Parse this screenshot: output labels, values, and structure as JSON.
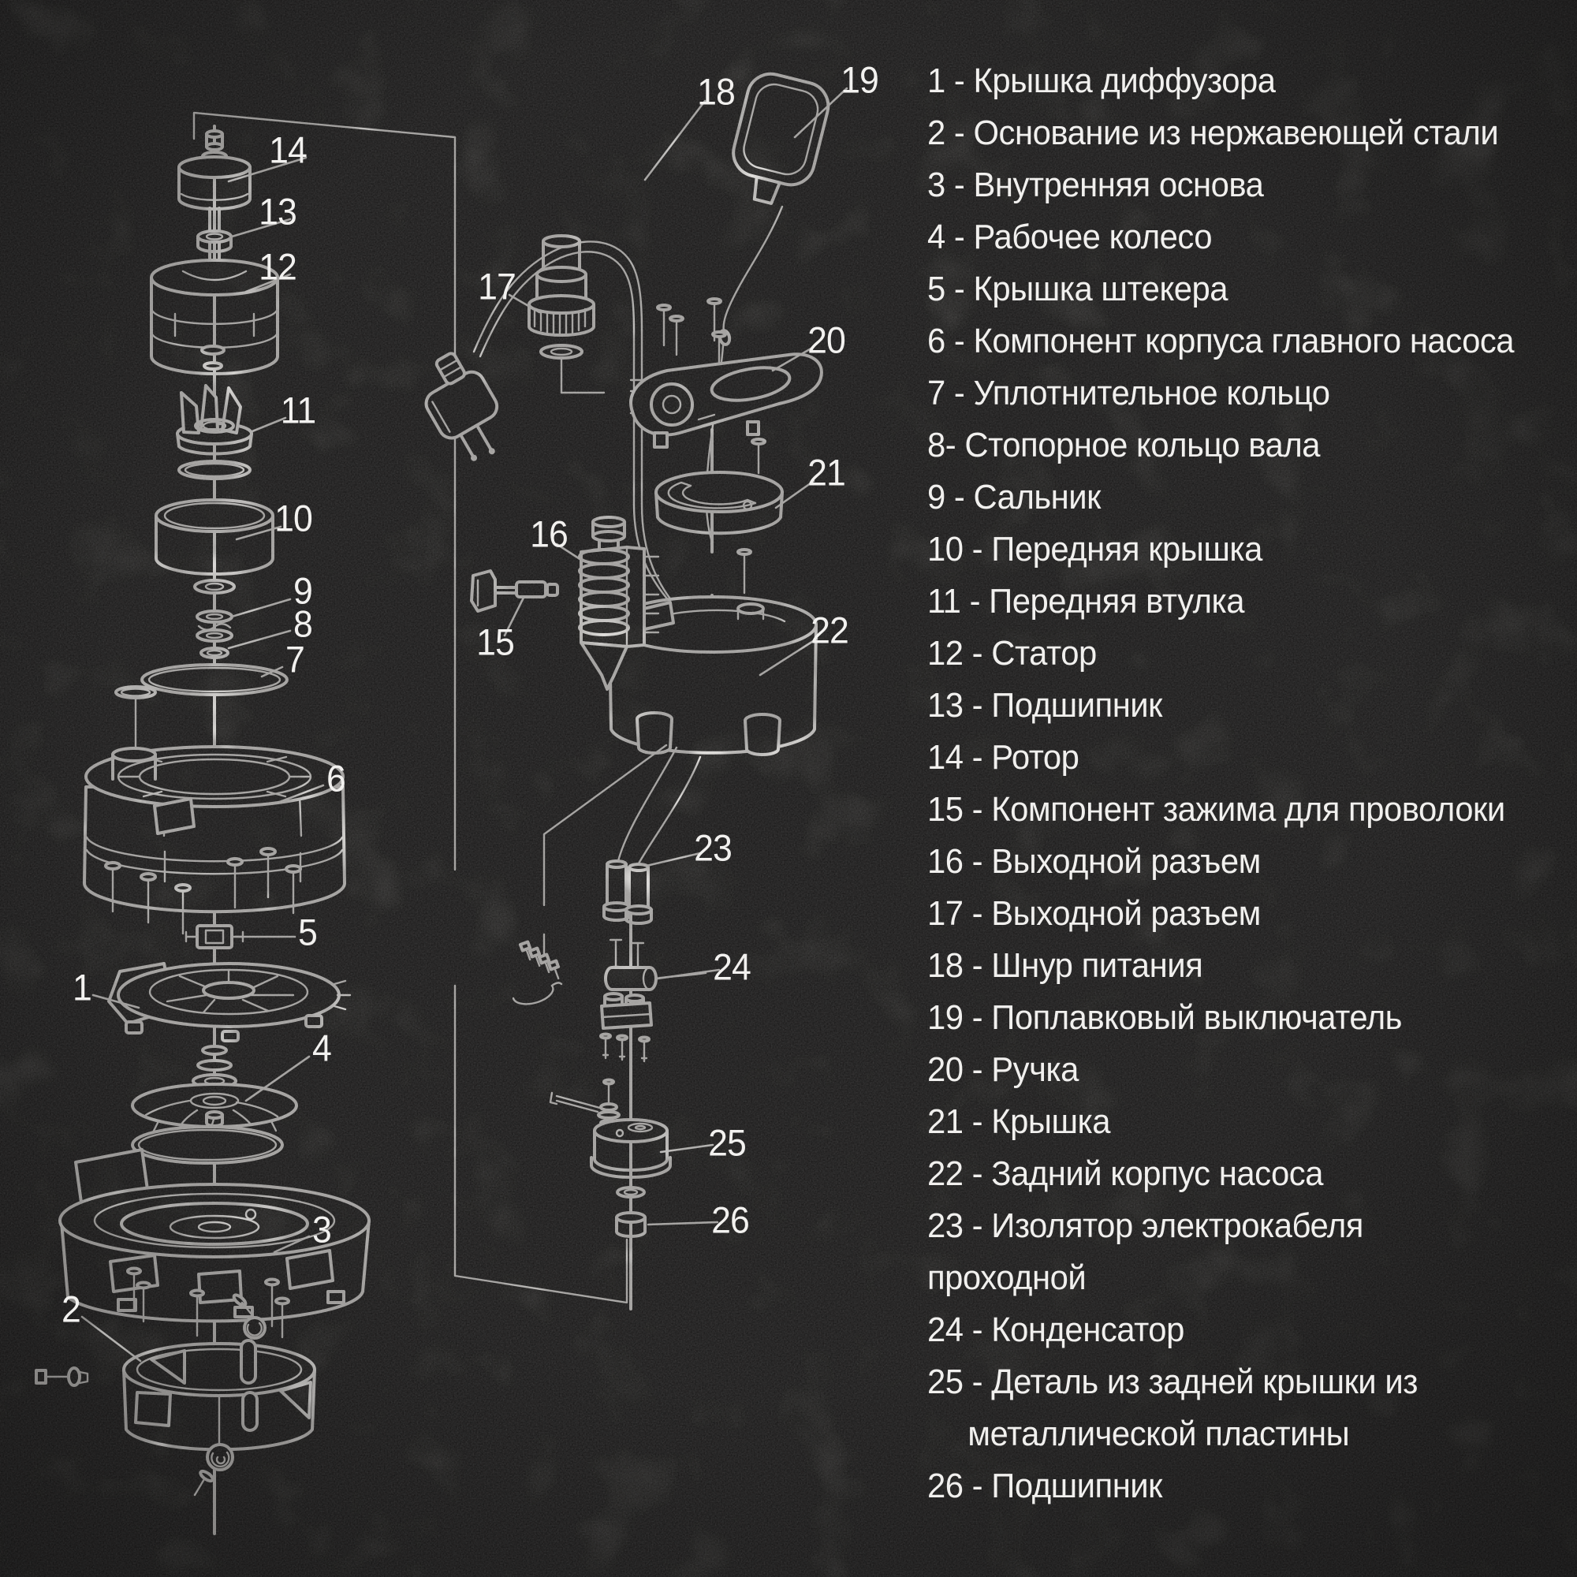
{
  "meta": {
    "title": "Схема деталей погружного насоса (exploded view)",
    "language": "ru",
    "colors": {
      "background": "#2f2e2d",
      "line": "#f3f1ee",
      "text": "#f1f0ee"
    }
  },
  "legend": {
    "lines": [
      "1 - Крышка диффузора",
      "2 - Основание из нержавеющей стали",
      "3 - Внутренняя основа",
      "4 - Рабочее колесо",
      "5 - Крышка штекера",
      "6 - Компонент корпуса главного насоса",
      "7 - Уплотнительное кольцо",
      "8- Стопорное кольцо вала",
      "9 - Сальник",
      "10 - Передняя крышка",
      "11 - Передняя втулка",
      "12 - Статор",
      "13 - Подшипник",
      "14 - Ротор",
      "15 - Компонент зажима для проволоки",
      "16 - Выходной разъем",
      "17 - Выходной разъем",
      "18 - Шнур питания",
      "19 - Поплавковый выключатель",
      "20 - Ручка",
      "21 - Крышка",
      "22 - Задний корпус насоса",
      "23 - Изолятор электрокабеля",
      "проходной",
      "24 - Конденсатор",
      "25 - Деталь из задней крышки из",
      "металлической пластины",
      "26 - Подшипник"
    ]
  },
  "diagram": {
    "callouts": {
      "1": "1",
      "2": "2",
      "3": "3",
      "4": "4",
      "5": "5",
      "6": "6",
      "7": "7",
      "8": "8",
      "9": "9",
      "10": "10",
      "11": "11",
      "12": "12",
      "13": "13",
      "14": "14",
      "15": "15",
      "16": "16",
      "17": "17",
      "18": "18",
      "19": "19",
      "20": "20",
      "21": "21",
      "22": "22",
      "23": "23",
      "24": "24",
      "25": "25",
      "26": "26"
    }
  }
}
